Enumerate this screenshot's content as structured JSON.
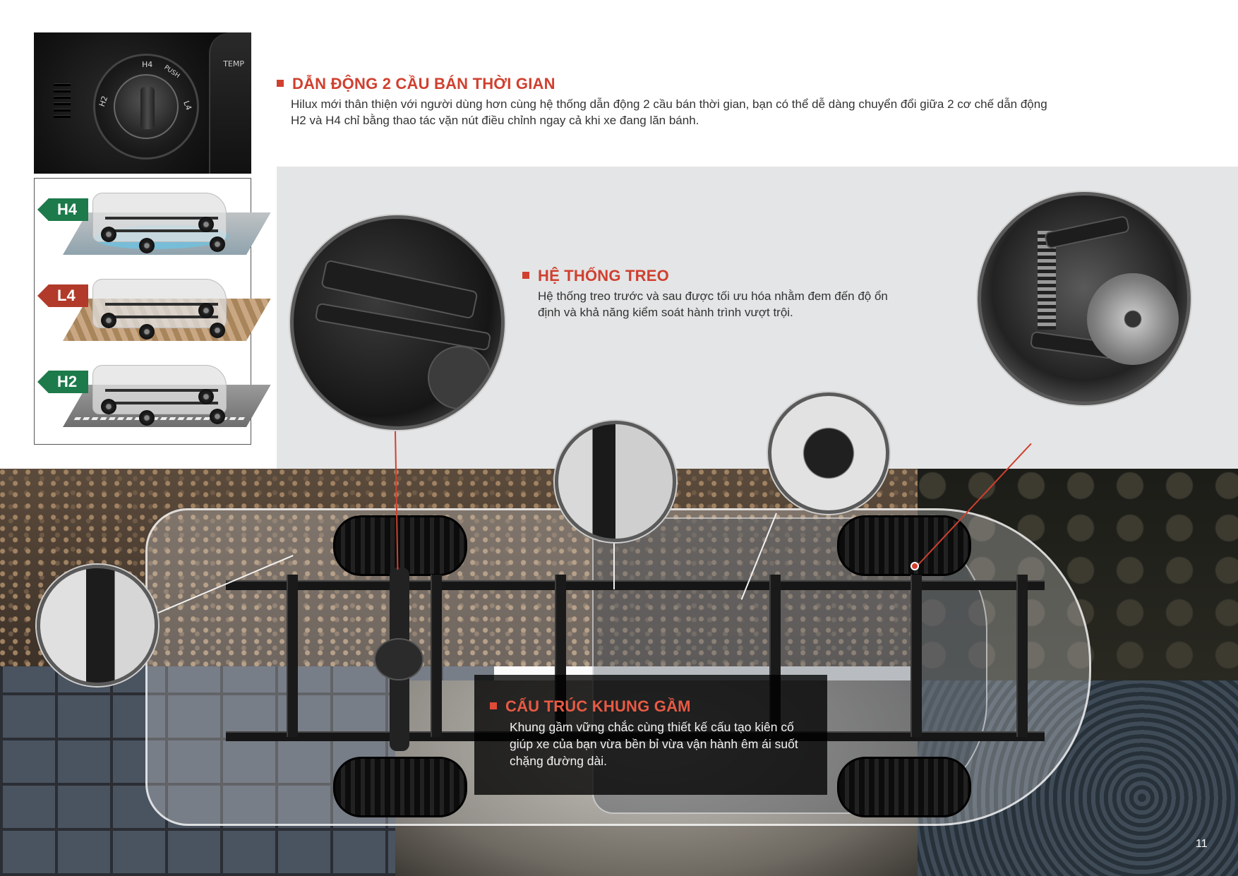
{
  "dial": {
    "labels": {
      "h4": "H4",
      "h2": "H2",
      "push": "PUSH",
      "l4": "L4",
      "temp": "TEMP"
    }
  },
  "drive_modes": [
    {
      "label": "H4",
      "color": "#1d7a4b"
    },
    {
      "label": "L4",
      "color": "#b23a2a"
    },
    {
      "label": "H2",
      "color": "#1d7a4b"
    }
  ],
  "sections": {
    "drive": {
      "title": "DẪN ĐỘNG 2 CẦU BÁN THỜI GIAN",
      "description": "Hilux mới thân thiện với người dùng hơn cùng hệ thống dẫn động 2 cầu bán thời gian, bạn có thể dễ dàng chuyển đổi giữa 2 cơ chế dẫn động H2 và H4 chỉ bằng thao tác vặn nút điều chỉnh ngay cả khi xe đang lăn bánh."
    },
    "suspension": {
      "title": "HỆ THỐNG TREO",
      "description": "Hệ thống treo trước và sau được tối ưu hóa nhằm đem đến độ ổn định và khả năng kiểm soát hành trình vượt trội."
    },
    "frame": {
      "title": "CẤU TRÚC KHUNG GẦM",
      "description": "Khung gầm vững chắc cùng thiết kế cấu tạo kiên cố giúp xe của bạn vừa bền bỉ vừa vận hành êm ái suốt chặng đường dài."
    }
  },
  "colors": {
    "accent": "#d0402f",
    "grey_band": "#e4e5e6"
  },
  "page_number": "11"
}
